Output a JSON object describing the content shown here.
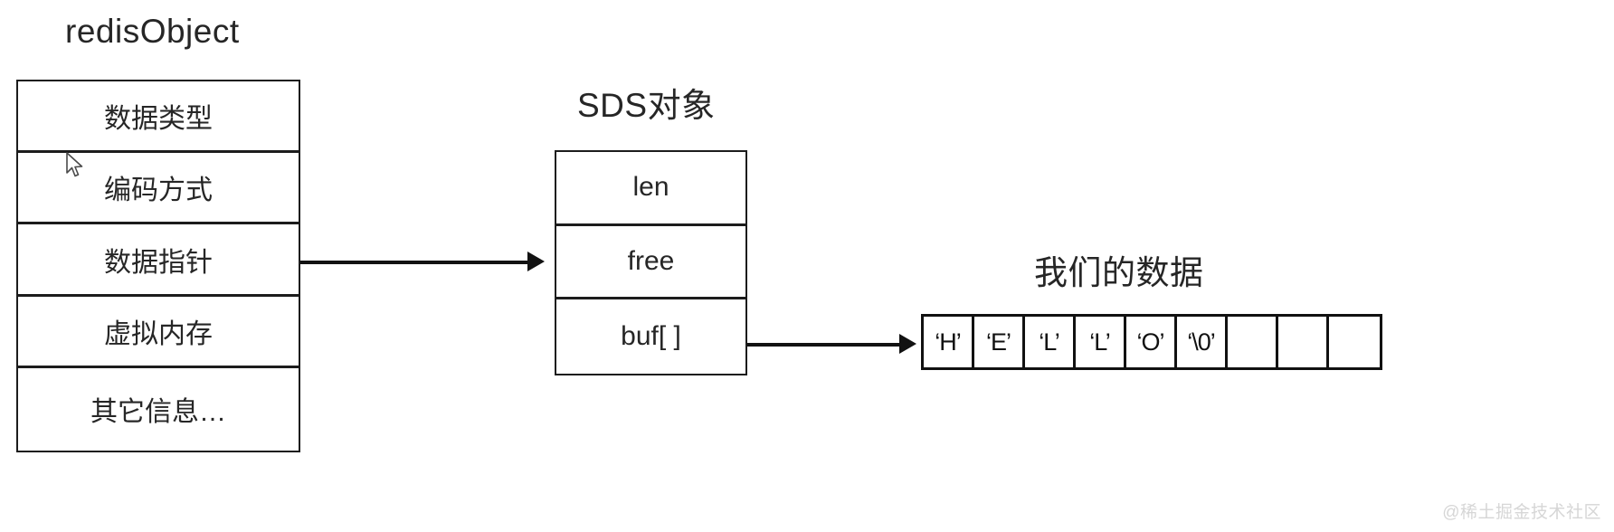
{
  "diagram": {
    "title_redisobject": "redisObject",
    "title_sds": "SDS对象",
    "title_ourdata": "我们的数据",
    "redisobject_fields": [
      {
        "label": "数据类型"
      },
      {
        "label": "编码方式"
      },
      {
        "label": "数据指针"
      },
      {
        "label": "虚拟内存"
      },
      {
        "label": "其它信息…"
      }
    ],
    "sds_fields": [
      {
        "label": "len"
      },
      {
        "label": "free"
      },
      {
        "label": "buf[ ]"
      }
    ],
    "byte_array": [
      {
        "value": "‘H’",
        "empty": false
      },
      {
        "value": "‘E’",
        "empty": false
      },
      {
        "value": "‘L’",
        "empty": false
      },
      {
        "value": "‘L’",
        "empty": false
      },
      {
        "value": "‘O’",
        "empty": false
      },
      {
        "value": "‘\\0’",
        "empty": false
      },
      {
        "value": "",
        "empty": true
      },
      {
        "value": "",
        "empty": true
      },
      {
        "value": "",
        "empty": true
      }
    ],
    "arrows": [
      {
        "name": "data-pointer-to-sds",
        "from": "数据指针",
        "to": "SDS对象"
      },
      {
        "name": "buf-to-byte-array",
        "from": "buf[ ]",
        "to": "我们的数据"
      }
    ],
    "colors": {
      "stroke": "#1c1c1c",
      "text": "#262626",
      "background": "#ffffff",
      "watermark": "#d6d6d6"
    }
  },
  "watermark": {
    "text": "@稀土掘金技术社区"
  }
}
